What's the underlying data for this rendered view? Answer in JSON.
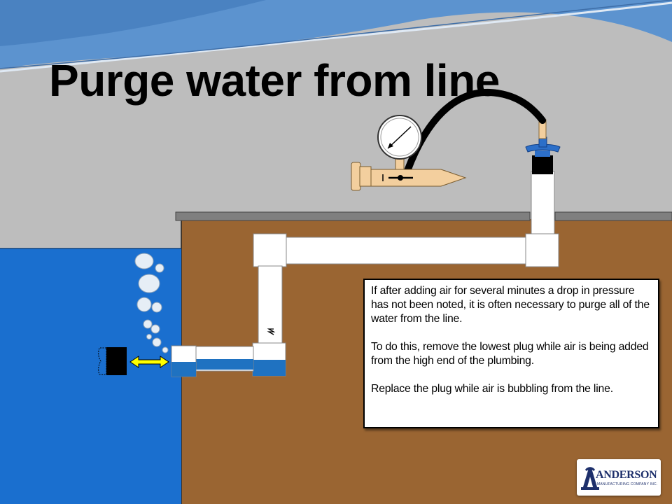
{
  "title": "Purge water from line",
  "note": {
    "paragraphs": [
      "If after adding air for several minutes a drop in pressure has not been noted, it is often necessary to purge all of the water from the line.",
      "To do this, remove the lowest plug while air is being added from the high end of the plumbing.",
      "Replace the plug while air is bubbling from the line."
    ]
  },
  "logo": {
    "name": "ANDERSON",
    "subtitle": "MANUFACTURING COMPANY INC."
  },
  "colors": {
    "sky_top": "#4f88c6",
    "wall_gray": "#bdbdbd",
    "soil_brown": "#9a6532",
    "pool_water": "#1a6fcf",
    "pipe_white": "#ffffff",
    "pipe_water": "#1f72c1",
    "gauge_tan": "#f3cf9e",
    "arrow_yellow": "#ffff00",
    "valve_blue": "#2c6fc9",
    "logo_navy": "#1d2f6b"
  },
  "icons": [
    "pressure-gauge-icon",
    "air-hose-icon",
    "air-valve-icon",
    "pipe-plug-icon",
    "air-bubble-icon",
    "double-arrow-icon",
    "squiggle-icon",
    "anderson-logo-icon"
  ]
}
